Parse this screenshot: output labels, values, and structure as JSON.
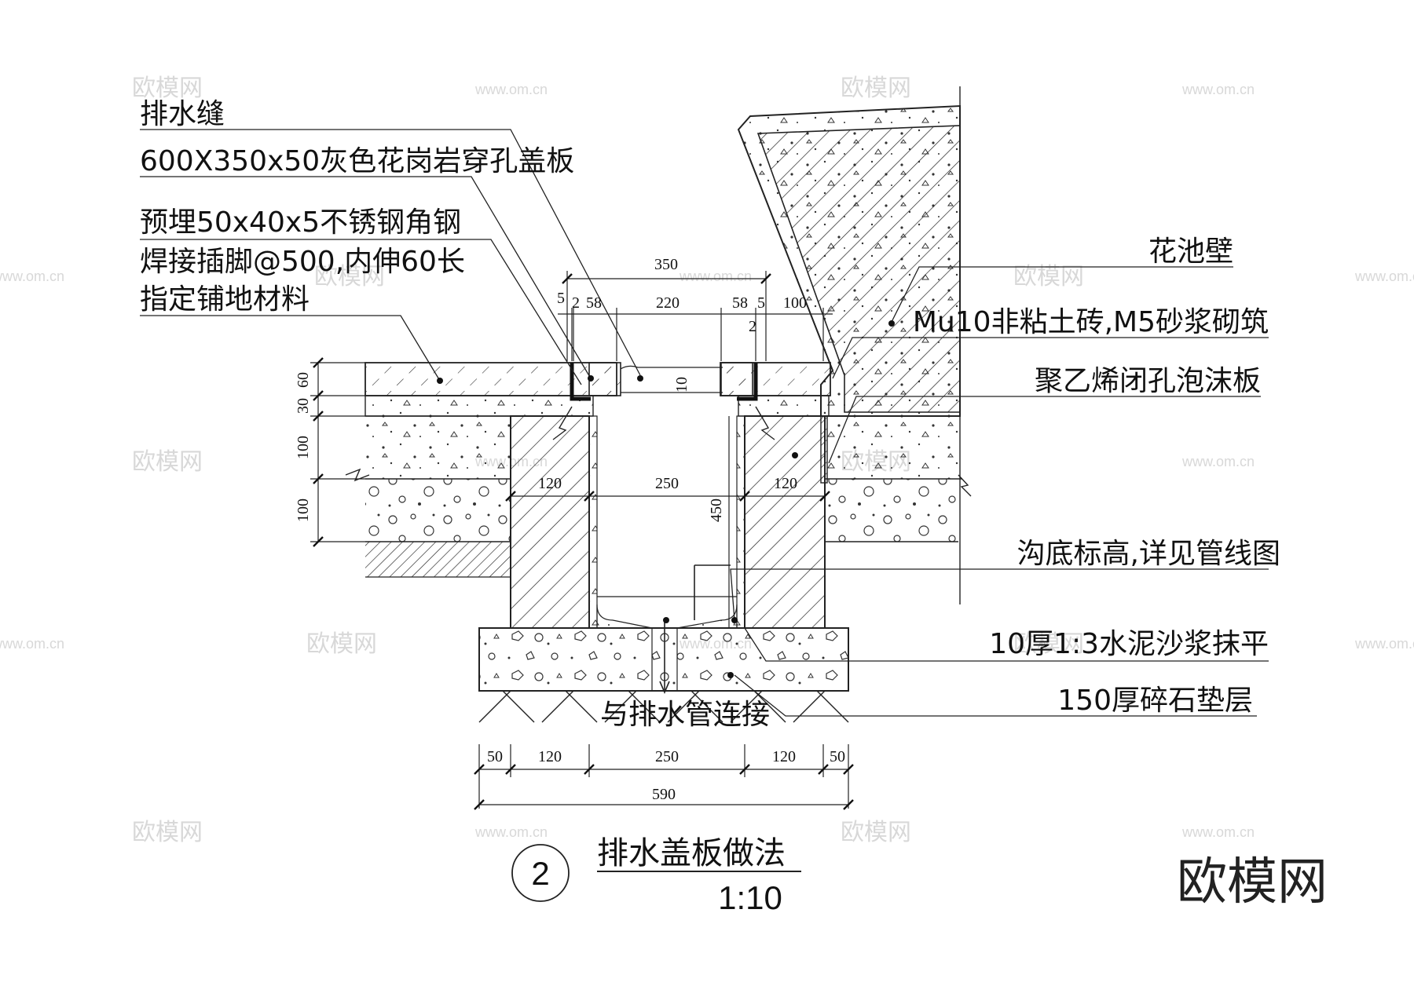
{
  "labels": {
    "drain_slot": "排水缝",
    "cover_plate": "600X350x50灰色花岗岩穿孔盖板",
    "angle_steel": "预埋50x40x5不锈钢角钢",
    "weld_legs": "焊接插脚@500,内伸60长",
    "paving": "指定铺地材料",
    "planter_wall": "花池壁",
    "brick": "Mu10非粘土砖,M5砂浆砌筑",
    "foam_board": "聚乙烯闭孔泡沫板",
    "trench_bottom": "沟底标高,详见管线图",
    "mortar": "10厚1:3水泥沙浆抹平",
    "gravel": "150厚碎石垫层",
    "pipe_connect": "与排水管连接"
  },
  "dims": {
    "top_350": "350",
    "d5a": "5",
    "d2a": "2",
    "d58a": "58",
    "d220": "220",
    "d58b": "58",
    "d5b": "5",
    "d2b": "2",
    "d100": "100",
    "d10": "10",
    "v60": "60",
    "v30": "30",
    "v100a": "100",
    "v100b": "100",
    "mid_120a": "120",
    "mid_250": "250",
    "mid_120b": "120",
    "v450": "450",
    "b50a": "50",
    "b120a": "120",
    "b250": "250",
    "b120b": "120",
    "b50b": "50",
    "b590": "590"
  },
  "title": {
    "number": "2",
    "name": "排水盖板做法",
    "scale": "1:10"
  },
  "watermark": {
    "logo": "欧模网",
    "small": "欧模网",
    "url": "www.om.cn"
  }
}
